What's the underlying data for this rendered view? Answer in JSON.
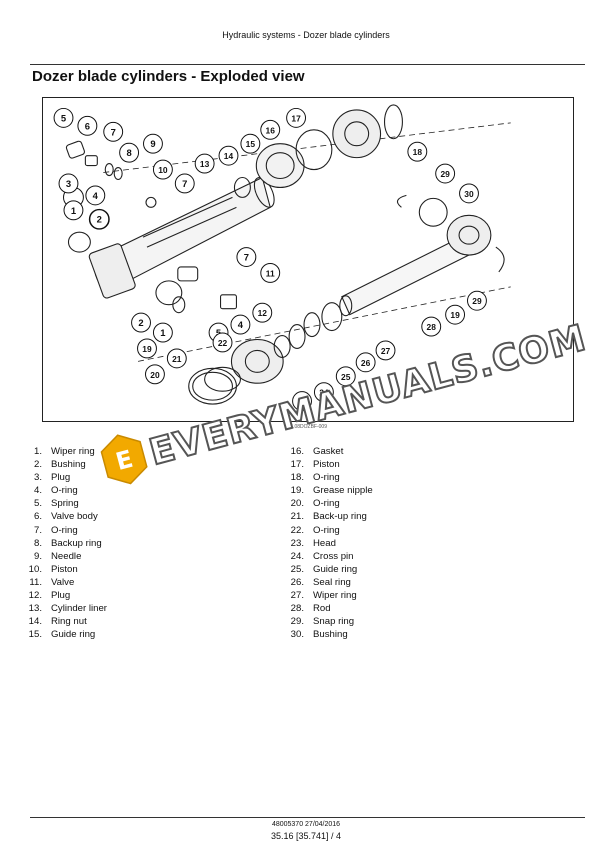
{
  "header": {
    "running_title": "Hydraulic systems - Dozer blade cylinders"
  },
  "section": {
    "title": "Dozer blade cylinders - Exploded view"
  },
  "figure": {
    "code": "TUL08DOZBF-009",
    "callouts": [
      "1",
      "2",
      "3",
      "4",
      "5",
      "6",
      "7",
      "8",
      "9",
      "10",
      "11",
      "12",
      "13",
      "14",
      "15",
      "16",
      "17",
      "18",
      "19",
      "20",
      "21",
      "22",
      "23",
      "24",
      "25",
      "26",
      "27",
      "28",
      "29",
      "30"
    ]
  },
  "legend": {
    "left": [
      {
        "n": "1.",
        "label": "Wiper ring"
      },
      {
        "n": "2.",
        "label": "Bushing"
      },
      {
        "n": "3.",
        "label": "Plug"
      },
      {
        "n": "4.",
        "label": "O-ring"
      },
      {
        "n": "5.",
        "label": "Spring"
      },
      {
        "n": "6.",
        "label": "Valve body"
      },
      {
        "n": "7.",
        "label": "O-ring"
      },
      {
        "n": "8.",
        "label": "Backup ring"
      },
      {
        "n": "9.",
        "label": "Needle"
      },
      {
        "n": "10.",
        "label": "Piston"
      },
      {
        "n": "11.",
        "label": "Valve"
      },
      {
        "n": "12.",
        "label": "Plug"
      },
      {
        "n": "13.",
        "label": "Cylinder liner"
      },
      {
        "n": "14.",
        "label": "Ring nut"
      },
      {
        "n": "15.",
        "label": "Guide ring"
      }
    ],
    "right": [
      {
        "n": "16.",
        "label": "Gasket"
      },
      {
        "n": "17.",
        "label": "Piston"
      },
      {
        "n": "18.",
        "label": "O-ring"
      },
      {
        "n": "19.",
        "label": "Grease nipple"
      },
      {
        "n": "20.",
        "label": "O-ring"
      },
      {
        "n": "21.",
        "label": "Back-up ring"
      },
      {
        "n": "22.",
        "label": "O-ring"
      },
      {
        "n": "23.",
        "label": "Head"
      },
      {
        "n": "24.",
        "label": "Cross pin"
      },
      {
        "n": "25.",
        "label": "Guide ring"
      },
      {
        "n": "26.",
        "label": "Seal ring"
      },
      {
        "n": "27.",
        "label": "Wiper ring"
      },
      {
        "n": "28.",
        "label": "Rod"
      },
      {
        "n": "29.",
        "label": "Snap ring"
      },
      {
        "n": "30.",
        "label": "Bushing"
      }
    ]
  },
  "watermark": {
    "text": "EVERYMANUALS.COM",
    "logo_letter": "E",
    "logo_color": "#f2a900"
  },
  "footer": {
    "doc_ref": "48005370 27/04/2016",
    "page_ref": "35.16 [35.741] / 4"
  }
}
